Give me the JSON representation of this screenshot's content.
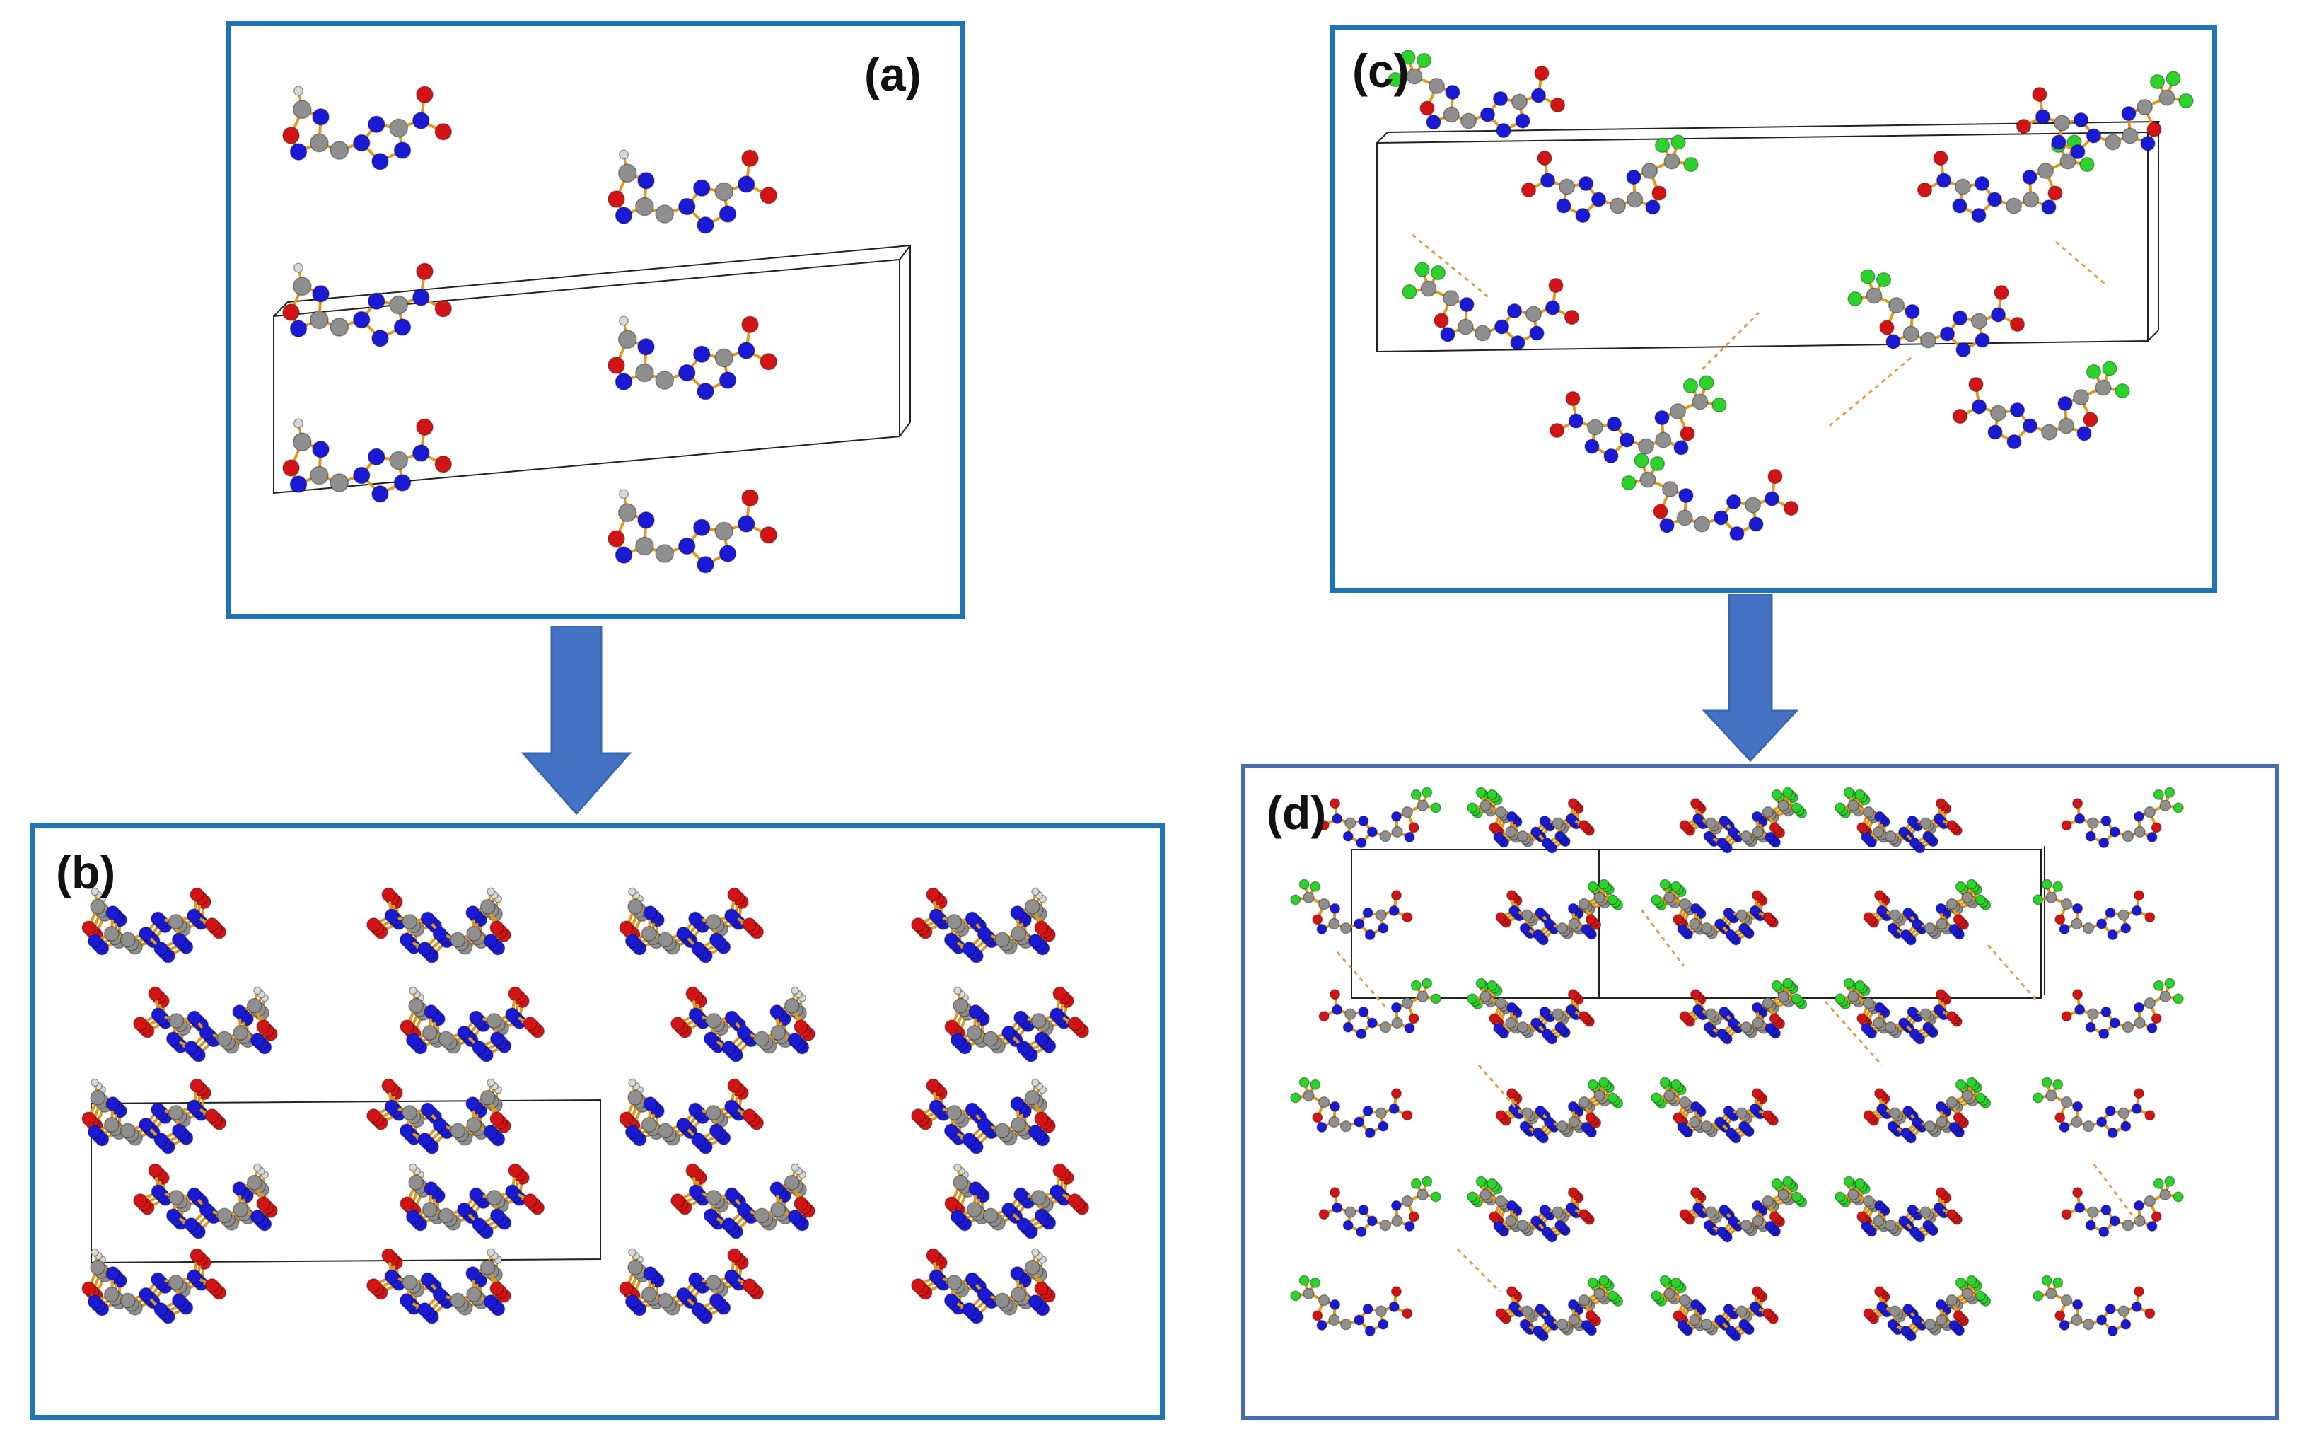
{
  "panels": [
    {
      "id": "a",
      "label": "(a)",
      "frame_color": "#1f74b6"
    },
    {
      "id": "b",
      "label": "(b)",
      "frame_color": "#1f74b6"
    },
    {
      "id": "c",
      "label": "(c)",
      "frame_color": "#1f74b6"
    },
    {
      "id": "d",
      "label": "(d)",
      "frame_color": "#4a69b5"
    }
  ],
  "colors": {
    "carbon": "#8f8f8f",
    "nitrogen": "#1a1ad6",
    "oxygen": "#d41414",
    "fluorine": "#2ad42a",
    "hydrogen": "#d8d8d8",
    "bond": "#e09a1e",
    "hbond": "#e0a050",
    "cell": "#222222",
    "arrow": "#4472c4"
  },
  "arrows": [
    {
      "id": "a-to-b",
      "icon": "down-arrow-icon"
    },
    {
      "id": "c-to-d",
      "icon": "down-arrow-icon"
    }
  ]
}
